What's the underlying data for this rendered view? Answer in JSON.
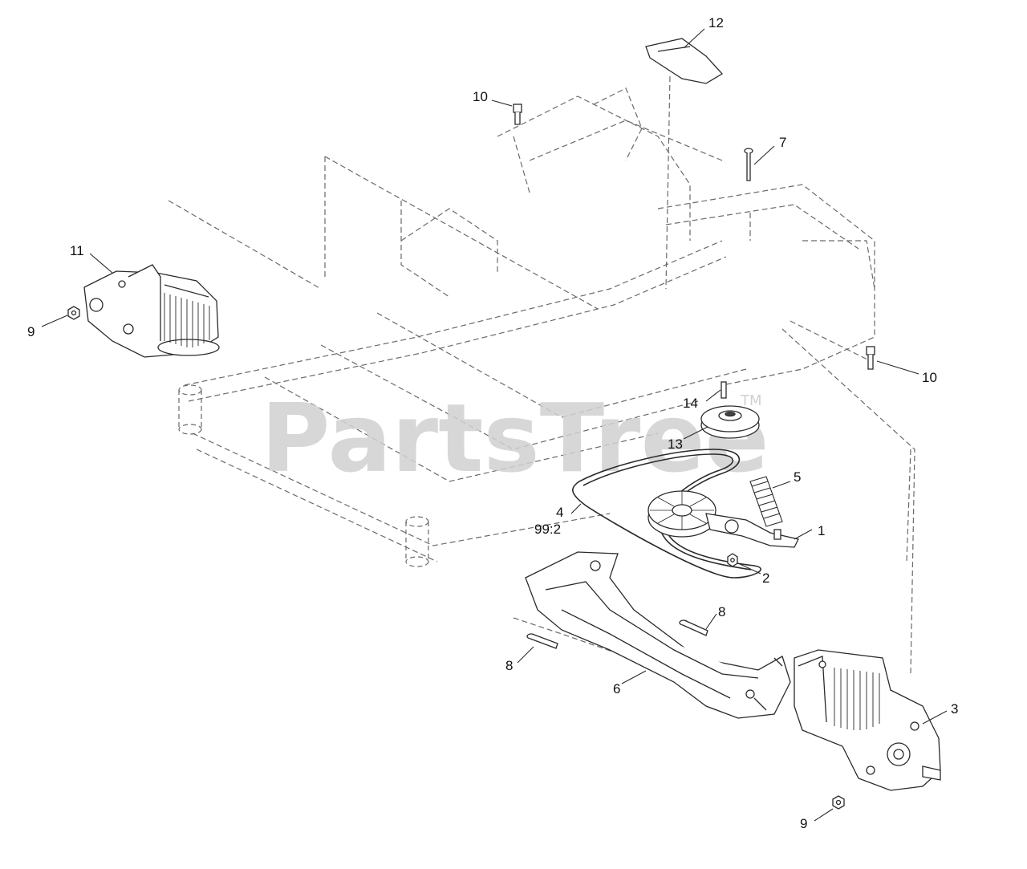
{
  "watermark": {
    "text": "PartsTree",
    "trademark": "TM"
  },
  "callouts": {
    "c1": "1",
    "c2": "2",
    "c3": "3",
    "c4": "4",
    "c4_ref": "99:2",
    "c5": "5",
    "c6": "6",
    "c7": "7",
    "c8a": "8",
    "c8b": "8",
    "c9a": "9",
    "c9b": "9",
    "c10a": "10",
    "c10b": "10",
    "c11": "11",
    "c12": "12",
    "c13": "13",
    "c14": "14"
  },
  "colors": {
    "line": "#2a2a2a",
    "frame_line": "#6a6a6a",
    "watermark": "#d0d0d0"
  }
}
